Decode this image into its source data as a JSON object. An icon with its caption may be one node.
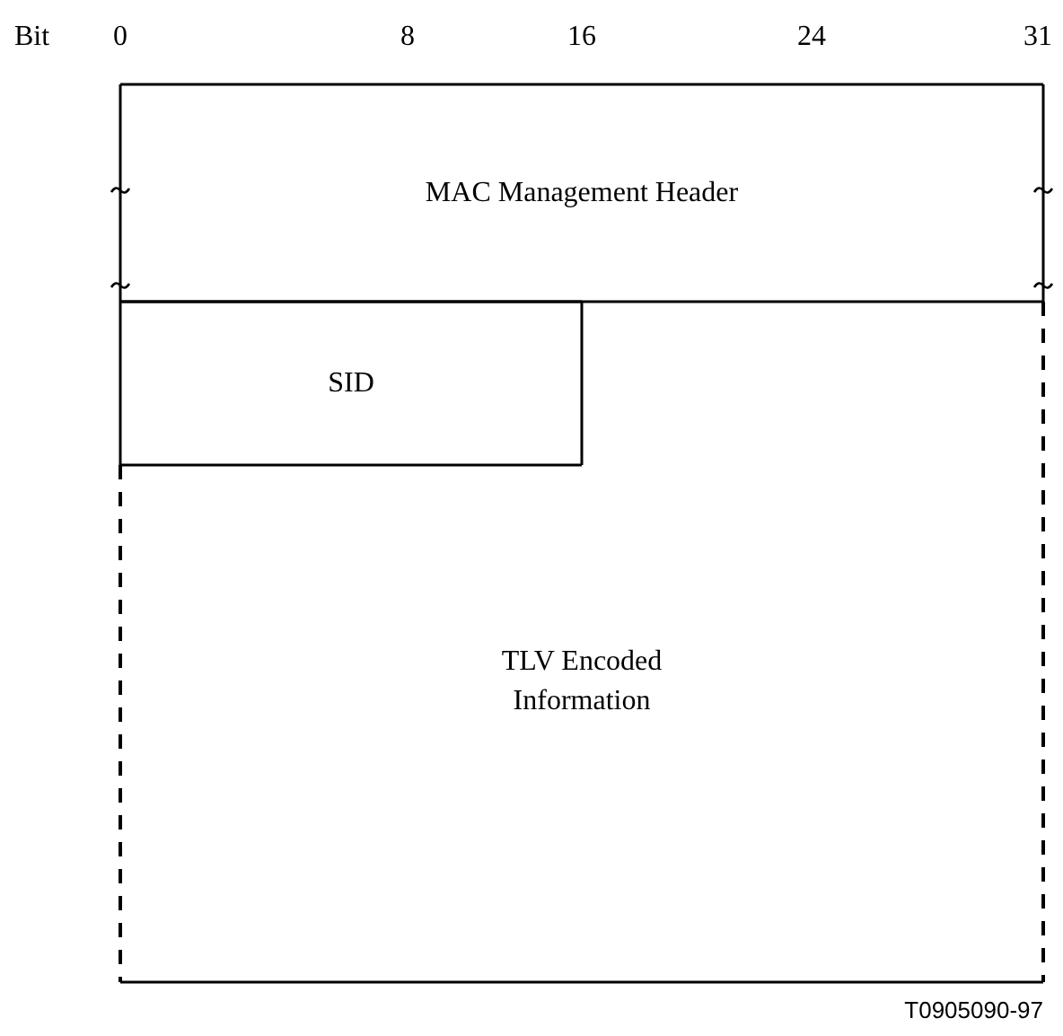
{
  "diagram": {
    "nodes": [
      {
        "text": [
          "MAC Management Header"
        ]
      },
      {
        "text": [
          "SID"
        ],
        "in": 2
      },
      {
        "text": [
          "TLV Encoded Information"
        ]
      }
    ],
    "labels": [
      "Bit",
      "0",
      "8",
      "16",
      "24",
      "31",
      "T0905090-97"
    ]
  }
}
